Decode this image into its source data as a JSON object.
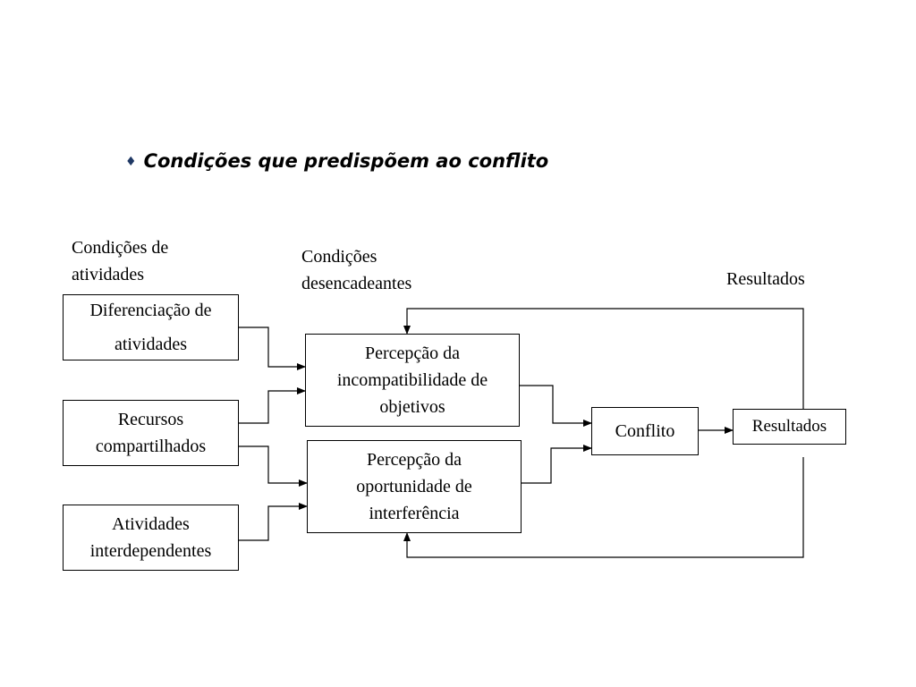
{
  "slide": {
    "bullet": "♦",
    "title": "Condições que predispõem ao conflito"
  },
  "labels": {
    "activity_conditions_line1": "Condições de",
    "activity_conditions_line2": "atividades",
    "trigger_conditions_line1": "Condições",
    "trigger_conditions_line2": "desencadeantes",
    "results_heading": "Resultados"
  },
  "boxes": {
    "differentiation": {
      "line1": "Diferenciação de",
      "line2": "atividades"
    },
    "shared_resources": {
      "line1": "Recursos",
      "line2": "compartilhados"
    },
    "interdependent": {
      "line1": "Atividades",
      "line2": "interdependentes"
    },
    "incompatibility": {
      "line1": "Percepção da",
      "line2": "incompatibilidade de",
      "line3": "objetivos"
    },
    "interference": {
      "line1": "Percepção da",
      "line2": "oportunidade de",
      "line3": "interferência"
    },
    "conflict": {
      "line1": "Conflito"
    },
    "results": {
      "line1": "Resultados"
    }
  },
  "colors": {
    "bullet": "#1f3864",
    "line": "#000000"
  }
}
